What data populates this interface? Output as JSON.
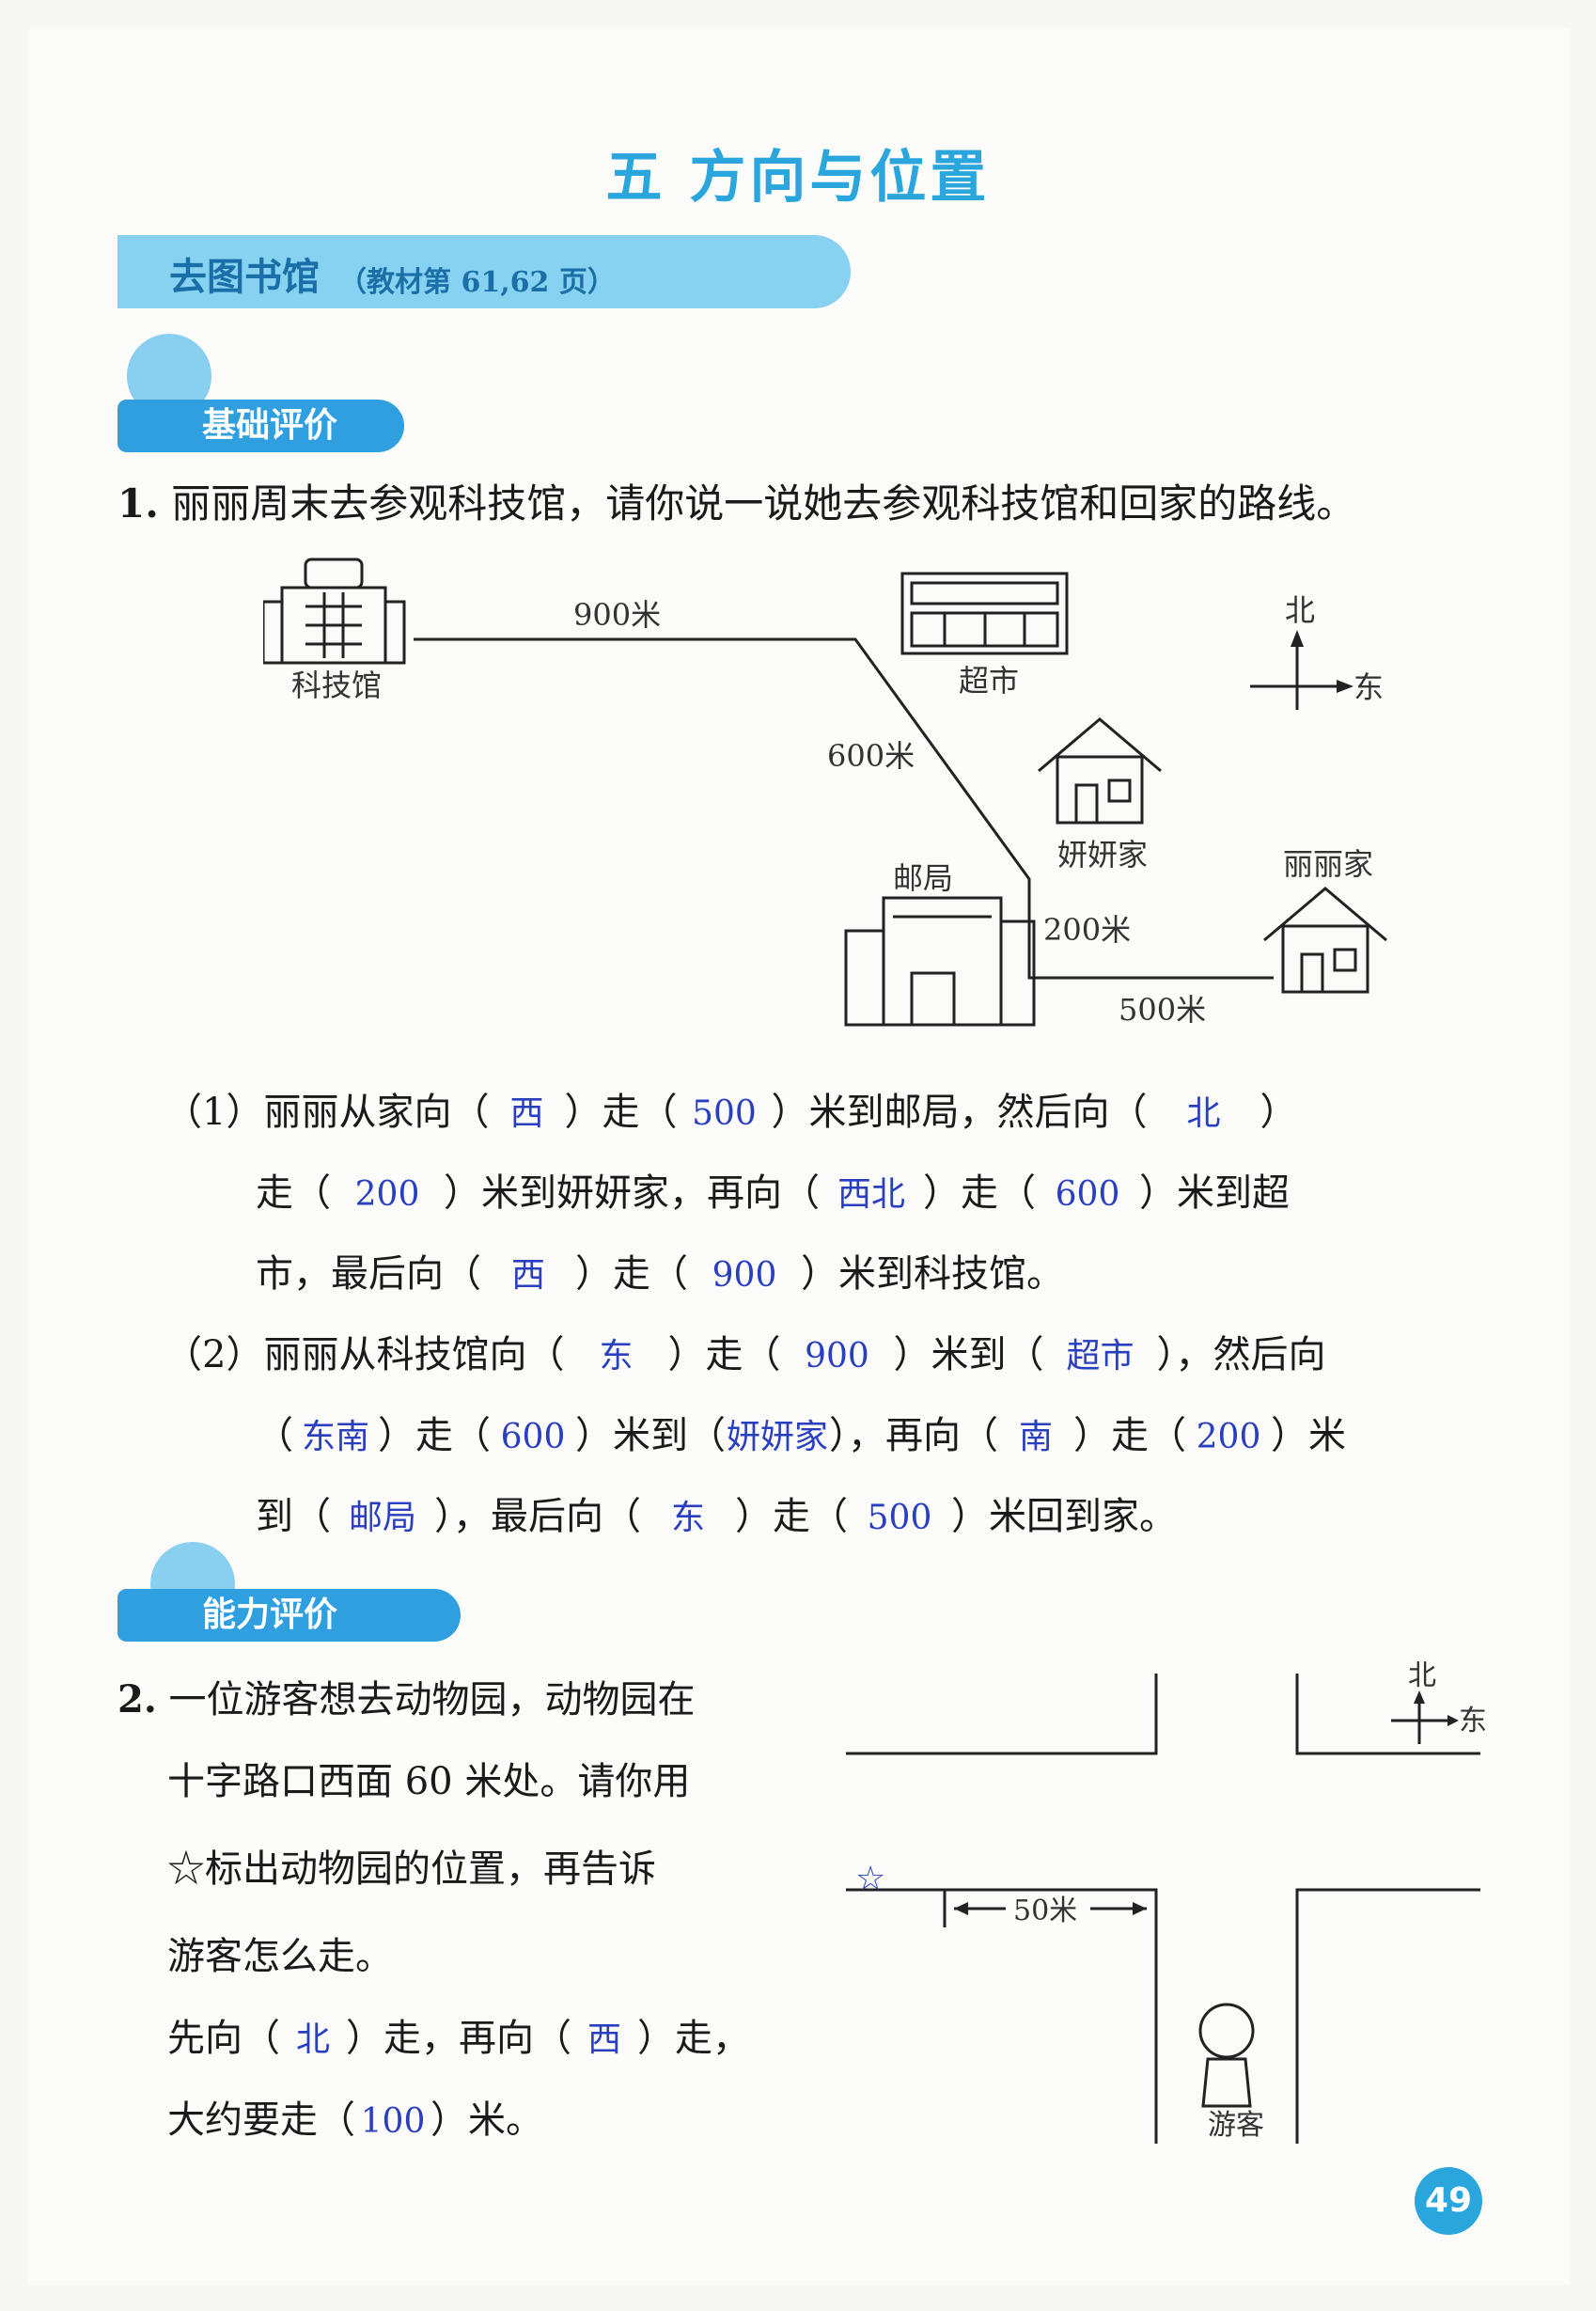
{
  "header": {
    "title": "五  方向与位置",
    "lesson_title": "去图书馆",
    "lesson_ref": "（教材第 61,62 页）"
  },
  "sections": {
    "basic": "基础评价",
    "ability": "能力评价"
  },
  "q1": {
    "num": "1.",
    "prompt": "丽丽周末去参观科技馆，请你说一说她去参观科技馆和回家的路线。",
    "map": {
      "museum": "科技馆",
      "market": "超市",
      "yanyan_home": "妍妍家",
      "post_office": "邮局",
      "lili_home": "丽丽家",
      "dist_900": "900米",
      "dist_600": "600米",
      "dist_200": "200米",
      "dist_500": "500米",
      "north": "北",
      "east": "东"
    },
    "part1": {
      "label": "（1）",
      "t1": "丽丽从家向（",
      "a1": "西",
      "t2": "）走（",
      "a2": "500",
      "t3": "）米到邮局，然后向（",
      "a3": "北",
      "t4": "）",
      "t5": "走（",
      "a4": "200",
      "t6": "）米到妍妍家，再向（",
      "a5": "西北",
      "t7": "）走（",
      "a6": "600",
      "t8": "）米到超",
      "t9": "市，最后向（",
      "a7": "西",
      "t10": "）走（",
      "a8": "900",
      "t11": "）米到科技馆。"
    },
    "part2": {
      "label": "（2）",
      "t1": "丽丽从科技馆向（",
      "a1": "东",
      "t2": "）走（",
      "a2": "900",
      "t3": "）米到（",
      "a3": "超市",
      "t4": "），然后向",
      "t5": "（",
      "a4": "东南",
      "t6": "）走（",
      "a5": "600",
      "t7": "）米到（",
      "a6": "妍妍家",
      "t8": "），再向（",
      "a7": "南",
      "t9": "）走（",
      "a8": "200",
      "t10": "）米",
      "t11": "到（",
      "a9": "邮局",
      "t12": "），最后向（",
      "a10": "东",
      "t13": "）走（",
      "a11": "500",
      "t14": "）米回到家。"
    }
  },
  "q2": {
    "num": "2.",
    "lines": [
      "一位游客想去动物园，动物园在",
      "十字路口西面 60 米处。请你用",
      "☆标出动物园的位置，再告诉",
      "游客怎么走。"
    ],
    "ans_line1": {
      "t1": "先向（",
      "a1": "北",
      "t2": "）走，再向（",
      "a2": "西",
      "t3": "）走，"
    },
    "ans_line2": {
      "t1": "大约要走（",
      "a1": "100",
      "t2": "）米。"
    },
    "map": {
      "north": "北",
      "east": "东",
      "scale": "50米",
      "star": "☆",
      "tourist": "游客"
    }
  },
  "page_number": "49",
  "colors": {
    "accent": "#2aa6dd",
    "answer": "#2a3fc0"
  }
}
